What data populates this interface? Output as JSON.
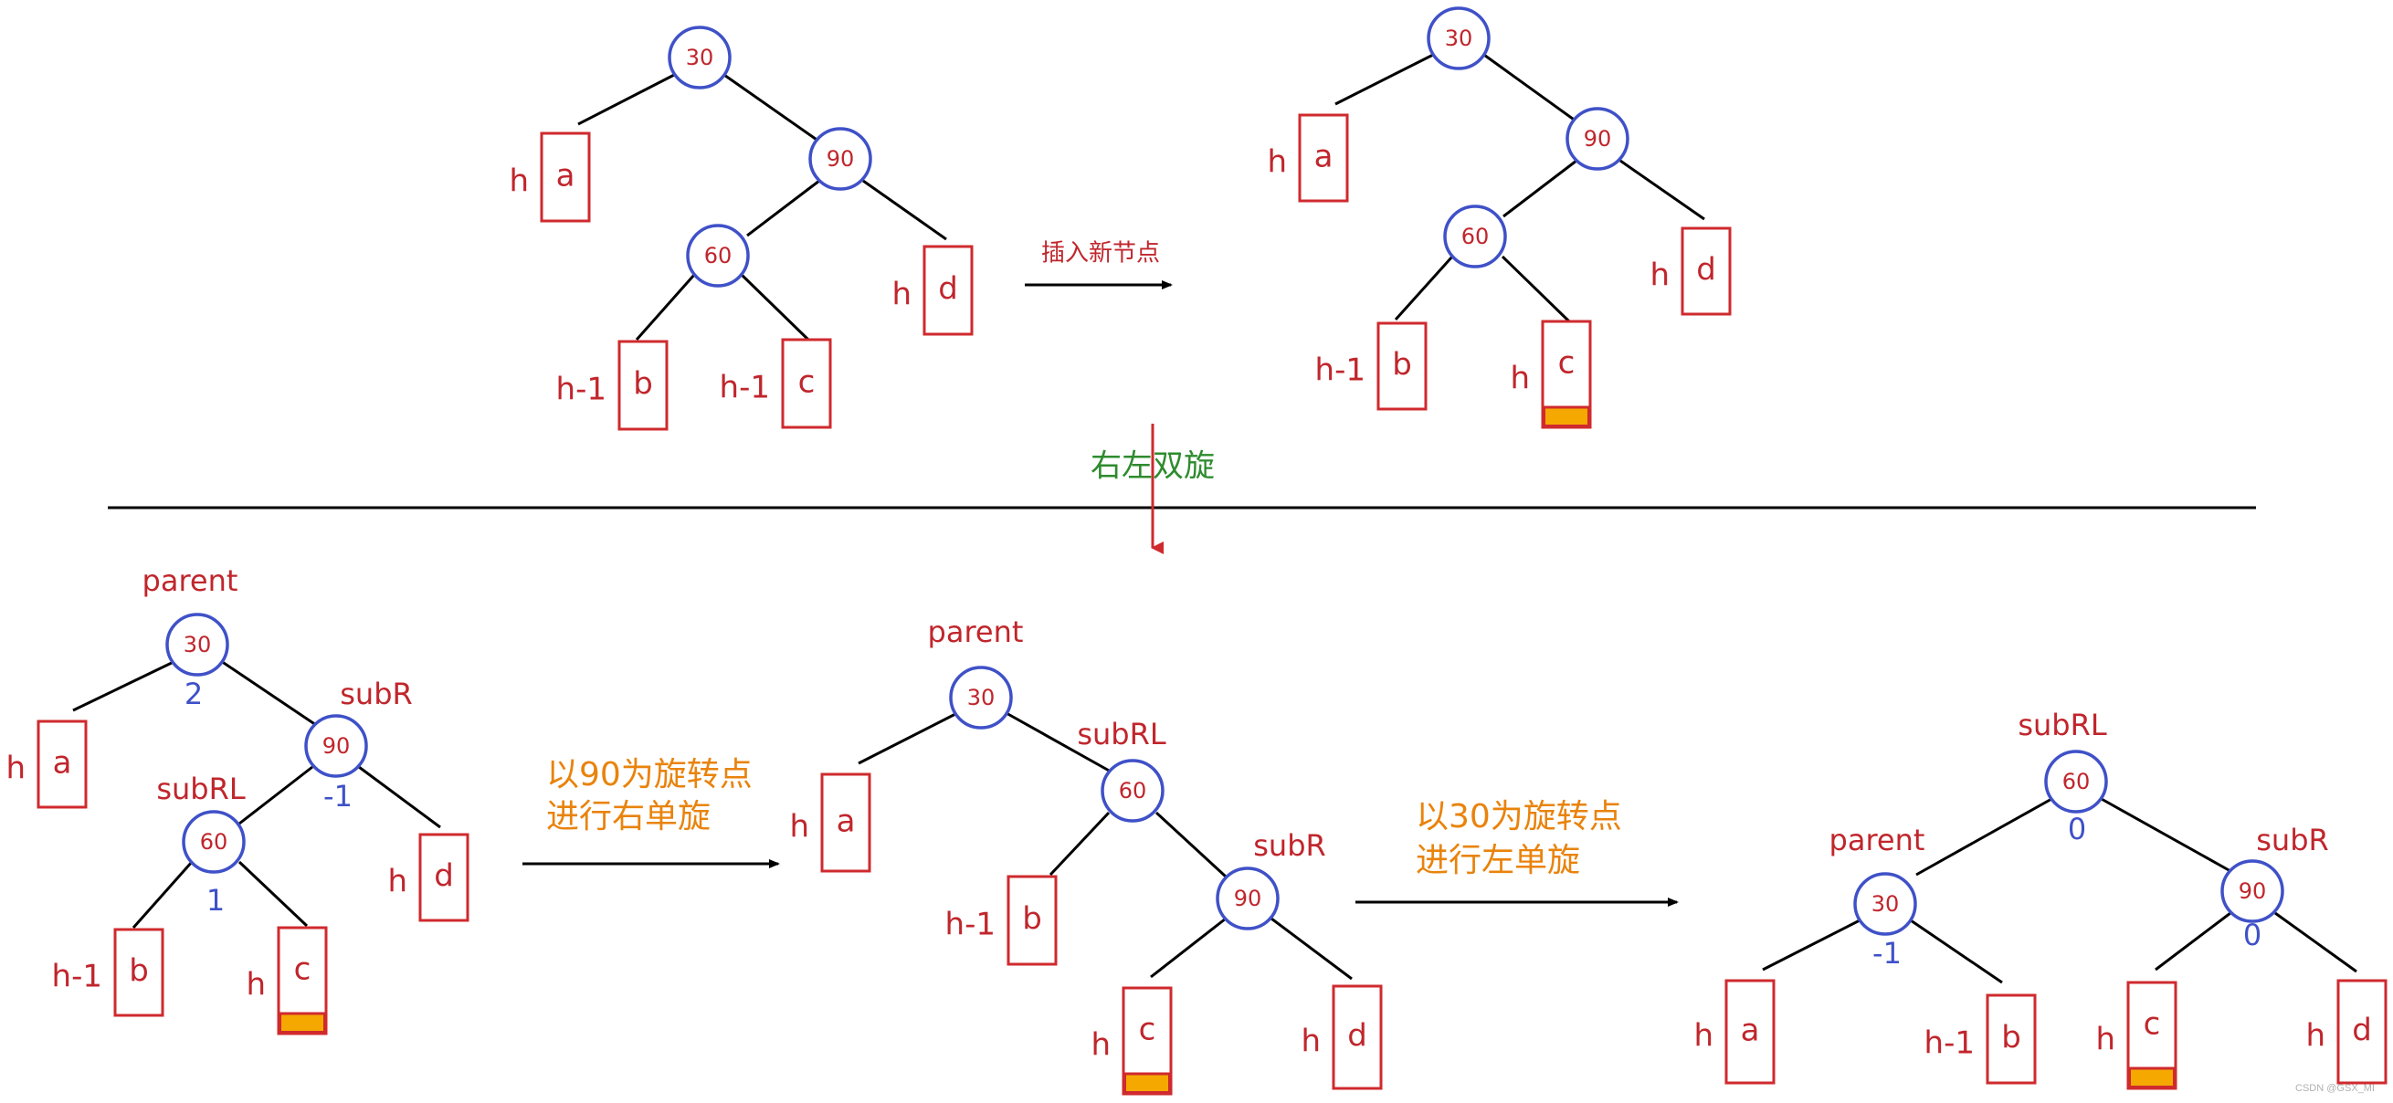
{
  "colors": {
    "node_stroke": "#3f51c8",
    "node_text": "#c0262c",
    "edge": "#000000",
    "box_stroke": "#cf2a2e",
    "box_text": "#c0262c",
    "box_fill_new": "#f5a800",
    "label_red": "#c0262c",
    "balance_blue": "#3f51c8",
    "title_green": "#2e8b2e",
    "step_orange": "#e9830c",
    "arrow_red": "#cf2a2e"
  },
  "top_arrow_label": "插入新节点",
  "center_title": "右左双旋",
  "step1_label": [
    "以90为旋转点",
    "进行右单旋"
  ],
  "step2_label": [
    "以30为旋转点",
    "进行左单旋"
  ],
  "watermark": "CSDN @GSX_MI",
  "diagrams": [
    {
      "id": "d1",
      "nodes": [
        {
          "v": "30"
        },
        {
          "v": "90"
        },
        {
          "v": "60"
        }
      ],
      "subtrees": [
        {
          "letter": "a",
          "h": "h"
        },
        {
          "letter": "d",
          "h": "h"
        },
        {
          "letter": "b",
          "h": "h-1"
        },
        {
          "letter": "c",
          "h": "h-1"
        }
      ]
    },
    {
      "id": "d2",
      "nodes": [
        {
          "v": "30"
        },
        {
          "v": "90"
        },
        {
          "v": "60"
        }
      ],
      "subtrees": [
        {
          "letter": "a",
          "h": "h"
        },
        {
          "letter": "d",
          "h": "h"
        },
        {
          "letter": "b",
          "h": "h-1"
        },
        {
          "letter": "c",
          "h": "h",
          "inserted": true
        }
      ]
    },
    {
      "id": "d3",
      "nodes": [
        {
          "v": "30",
          "name": "parent",
          "bf": "2"
        },
        {
          "v": "90",
          "name": "subR",
          "bf": "-1"
        },
        {
          "v": "60",
          "name": "subRL",
          "bf": "1"
        }
      ],
      "subtrees": [
        {
          "letter": "a",
          "h": "h"
        },
        {
          "letter": "d",
          "h": "h"
        },
        {
          "letter": "b",
          "h": "h-1"
        },
        {
          "letter": "c",
          "h": "h",
          "inserted": true
        }
      ]
    },
    {
      "id": "d4",
      "nodes": [
        {
          "v": "30",
          "name": "parent"
        },
        {
          "v": "60",
          "name": "subRL"
        },
        {
          "v": "90",
          "name": "subR"
        }
      ],
      "subtrees": [
        {
          "letter": "a",
          "h": "h"
        },
        {
          "letter": "b",
          "h": "h-1"
        },
        {
          "letter": "c",
          "h": "h",
          "inserted": true
        },
        {
          "letter": "d",
          "h": "h"
        }
      ]
    },
    {
      "id": "d5",
      "nodes": [
        {
          "v": "60",
          "name": "subRL",
          "bf": "0"
        },
        {
          "v": "30",
          "name": "parent",
          "bf": "-1"
        },
        {
          "v": "90",
          "name": "subR",
          "bf": "0"
        }
      ],
      "subtrees": [
        {
          "letter": "a",
          "h": "h"
        },
        {
          "letter": "b",
          "h": "h-1"
        },
        {
          "letter": "c",
          "h": "h",
          "inserted": true
        },
        {
          "letter": "d",
          "h": "h"
        }
      ]
    }
  ]
}
